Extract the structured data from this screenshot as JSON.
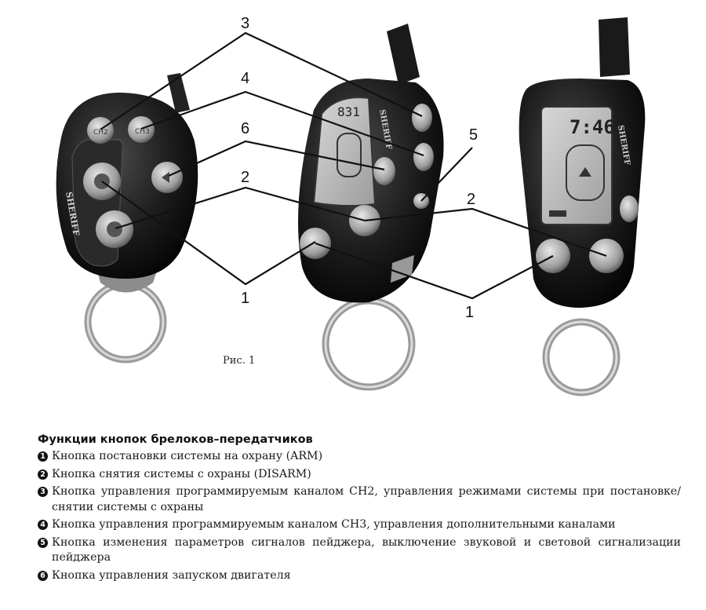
{
  "figure": {
    "caption": "Рис. 1",
    "fob_brand": "SHERIFF",
    "lcd_time": "7:46",
    "callouts": {
      "one_a": "1",
      "one_b": "1",
      "two_a": "2",
      "two_b": "2",
      "three": "3",
      "four": "4",
      "five": "5",
      "six": "6"
    }
  },
  "legend": {
    "title": "Функции кнопок брелоков–передатчиков",
    "items": [
      {
        "num": "1",
        "text": "Кнопка постановки системы на охрану (ARM)"
      },
      {
        "num": "2",
        "text": "Кнопка снятия системы с охраны (DISARM)"
      },
      {
        "num": "3",
        "text": "Кнопка управления программируемым каналом CH2, управления режимами системы при постановке/снятии системы с охраны"
      },
      {
        "num": "4",
        "text": "Кнопка управления программируемым каналом CH3, управления дополнительными каналами"
      },
      {
        "num": "5",
        "text": "Кнопка изменения параметров сигналов пейджера, выключение звуковой и световой сигнализации пейджера"
      },
      {
        "num": "6",
        "text": "Кнопка управления запуском двигателя"
      }
    ]
  }
}
